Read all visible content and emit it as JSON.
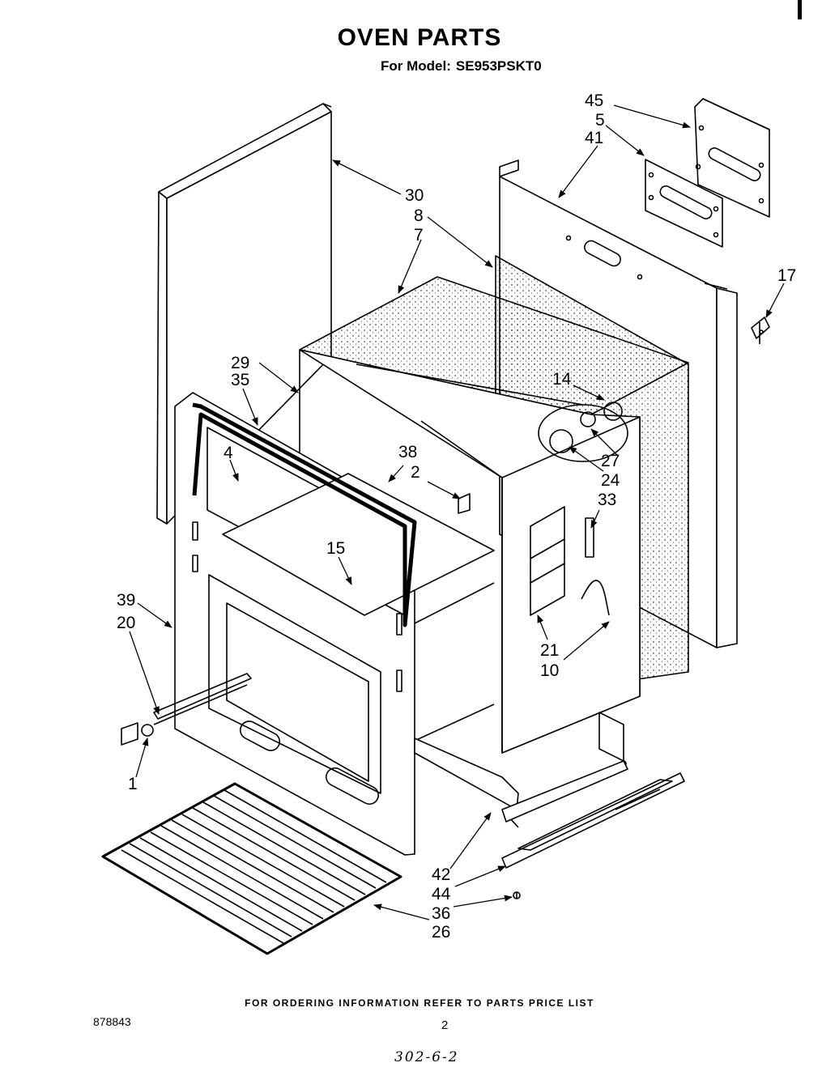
{
  "title": "OVEN PARTS",
  "subtitle": {
    "prefix": "For Model:",
    "model": "SE953PSKT0"
  },
  "parts": [
    {
      "id": "p45",
      "label": "45"
    },
    {
      "id": "p5",
      "label": "5"
    },
    {
      "id": "p41",
      "label": "41"
    },
    {
      "id": "p30",
      "label": "30"
    },
    {
      "id": "p8",
      "label": "8"
    },
    {
      "id": "p7",
      "label": "7"
    },
    {
      "id": "p17",
      "label": "17"
    },
    {
      "id": "p29",
      "label": "29"
    },
    {
      "id": "p35",
      "label": "35"
    },
    {
      "id": "p14",
      "label": "14"
    },
    {
      "id": "p4",
      "label": "4"
    },
    {
      "id": "p38",
      "label": "38"
    },
    {
      "id": "p2",
      "label": "2"
    },
    {
      "id": "p27",
      "label": "27"
    },
    {
      "id": "p24",
      "label": "24"
    },
    {
      "id": "p33",
      "label": "33"
    },
    {
      "id": "p15",
      "label": "15"
    },
    {
      "id": "p39",
      "label": "39"
    },
    {
      "id": "p20",
      "label": "20"
    },
    {
      "id": "p21",
      "label": "21"
    },
    {
      "id": "p10",
      "label": "10"
    },
    {
      "id": "p1",
      "label": "1"
    },
    {
      "id": "p42",
      "label": "42"
    },
    {
      "id": "p44",
      "label": "44"
    },
    {
      "id": "p36",
      "label": "36"
    },
    {
      "id": "p26",
      "label": "26"
    }
  ],
  "footer_note": "FOR ORDERING INFORMATION REFER TO PARTS PRICE LIST",
  "document_number": "878843",
  "page_number": "2",
  "handwritten_note": "302-6-2"
}
